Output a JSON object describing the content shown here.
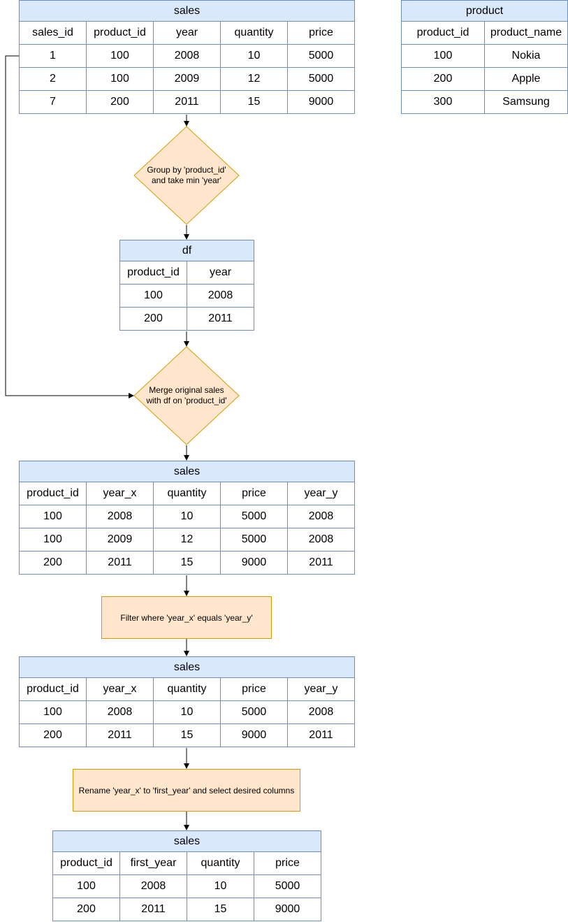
{
  "tables": {
    "sales_orig": {
      "title": "sales",
      "columns": [
        "sales_id",
        "product_id",
        "year",
        "quantity",
        "price"
      ],
      "rows": [
        [
          "1",
          "100",
          "2008",
          "10",
          "5000"
        ],
        [
          "2",
          "100",
          "2009",
          "12",
          "5000"
        ],
        [
          "7",
          "200",
          "2011",
          "15",
          "9000"
        ]
      ]
    },
    "product": {
      "title": "product",
      "columns": [
        "product_id",
        "product_name"
      ],
      "rows": [
        [
          "100",
          "Nokia"
        ],
        [
          "200",
          "Apple"
        ],
        [
          "300",
          "Samsung"
        ]
      ]
    },
    "df": {
      "title": "df",
      "columns": [
        "product_id",
        "year"
      ],
      "rows": [
        [
          "100",
          "2008"
        ],
        [
          "200",
          "2011"
        ]
      ]
    },
    "sales_merged": {
      "title": "sales",
      "columns": [
        "product_id",
        "year_x",
        "quantity",
        "price",
        "year_y"
      ],
      "rows": [
        [
          "100",
          "2008",
          "10",
          "5000",
          "2008"
        ],
        [
          "100",
          "2009",
          "12",
          "5000",
          "2008"
        ],
        [
          "200",
          "2011",
          "15",
          "9000",
          "2011"
        ]
      ]
    },
    "sales_filtered": {
      "title": "sales",
      "columns": [
        "product_id",
        "year_x",
        "quantity",
        "price",
        "year_y"
      ],
      "rows": [
        [
          "100",
          "2008",
          "10",
          "5000",
          "2008"
        ],
        [
          "200",
          "2011",
          "15",
          "9000",
          "2011"
        ]
      ]
    },
    "sales_final": {
      "title": "sales",
      "columns": [
        "product_id",
        "first_year",
        "quantity",
        "price"
      ],
      "rows": [
        [
          "100",
          "2008",
          "10",
          "5000"
        ],
        [
          "200",
          "2011",
          "15",
          "9000"
        ]
      ]
    }
  },
  "steps": {
    "group": {
      "line1": "Group by 'product_id'",
      "line2": "and take min 'year'"
    },
    "merge": {
      "line1": "Merge original sales",
      "line2": "with df on 'product_id'"
    },
    "filter": "Filter where 'year_x' equals 'year_y'",
    "rename": "Rename 'year_x' to 'first_year' and select desired columns"
  },
  "colors": {
    "table_header": "#dae8fc",
    "table_border": "#6c8ebf",
    "step_fill": "#ffe6cc",
    "step_border": "#d79b00",
    "connector": "#000000"
  }
}
